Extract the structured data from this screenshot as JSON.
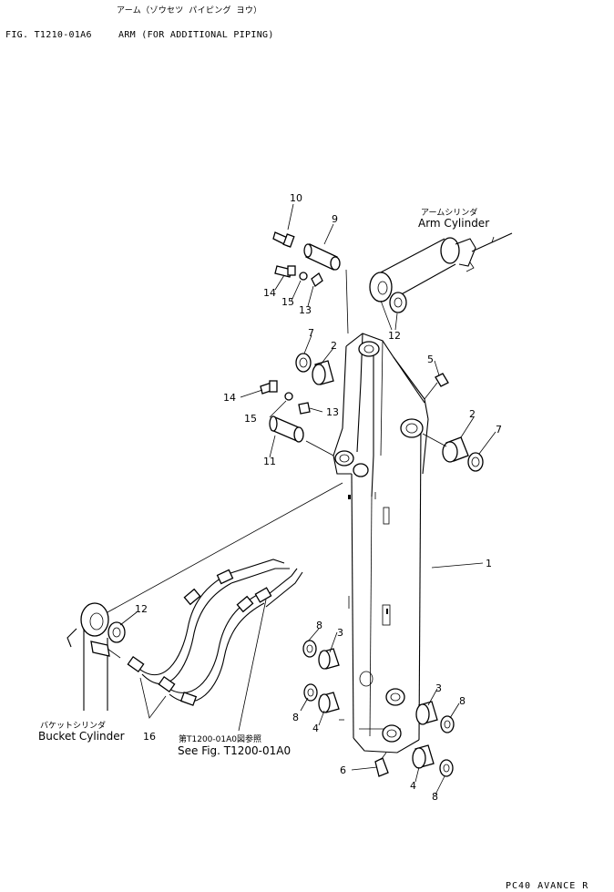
{
  "header": {
    "title_ja": "アーム（ゾウセツ パイピング ヨウ）",
    "fig_code": "FIG. T1210-01A6",
    "title_en": "ARM (FOR ADDITIONAL PIPING)"
  },
  "labels": {
    "arm_cylinder_ja": "アームシリンダ",
    "arm_cylinder_en": "Arm Cylinder",
    "bucket_cylinder_ja": "バケットシリンダ",
    "bucket_cylinder_en": "Bucket Cylinder",
    "see_fig_ja": "第T1200-01A0図参照",
    "see_fig_en": "See Fig. T1200-01A0"
  },
  "part_numbers": {
    "p1": "1",
    "p2a": "2",
    "p2b": "2",
    "p3a": "3",
    "p3b": "3",
    "p4a": "4",
    "p4b": "4",
    "p5": "5",
    "p6": "6",
    "p7a": "7",
    "p7b": "7",
    "p8a": "8",
    "p8b": "8",
    "p8c": "8",
    "p8d": "8",
    "p9": "9",
    "p10": "10",
    "p11": "11",
    "p12a": "12",
    "p12b": "12",
    "p13a": "13",
    "p13b": "13",
    "p14a": "14",
    "p14b": "14",
    "p15a": "15",
    "p15b": "15",
    "p16": "16"
  },
  "footer": "PC40 AVANCE R"
}
